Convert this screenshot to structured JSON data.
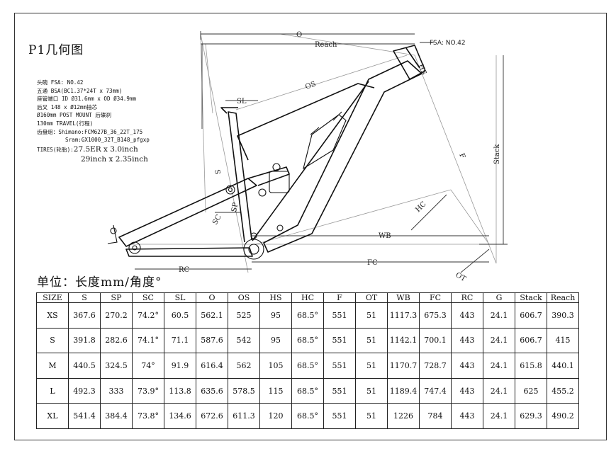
{
  "title": "P1几何图",
  "specs": {
    "headset": "头碗  FSA: NO.42",
    "bb": "五通 BSA(BC1.37*24T x 73mm)",
    "seatpost": "座管端口 ID Ø31.6mm x OD Ø34.9mm",
    "rear_axle": "后叉 148 x Ø12mm抽芯",
    "brake": "Ø160mm POST MOUNT 后碟刹",
    "travel": "130mm TRAVEL(行程)",
    "crank1": "齿盘组：Shimano:FCM627B_36_22T_175",
    "crank2": "Sram:GX1000_32T_B148_pfgxp",
    "tires_label": "TIRES(轮胎):",
    "tires1": "27.5ER x 3.0inch",
    "tires2": "29inch x 2.35inch"
  },
  "diagram_labels": {
    "O": "O",
    "Reach": "Reach",
    "FSA": "FSA: NO.42",
    "HS": "HS",
    "OS": "OS",
    "SL": "SL",
    "S": "S",
    "Stack": "Stack",
    "F": "F",
    "HC": "HC",
    "WB": "WB",
    "SC": "SC",
    "SP": "SP",
    "FC": "FC",
    "RC": "RC",
    "OT": "OT"
  },
  "units": "单位：长度mm/角度°",
  "table": {
    "headers": [
      "SIZE",
      "S",
      "SP",
      "SC",
      "SL",
      "O",
      "OS",
      "HS",
      "HC",
      "F",
      "OT",
      "WB",
      "FC",
      "RC",
      "G",
      "Stack",
      "Reach"
    ],
    "rows": [
      [
        "XS",
        "367.6",
        "270.2",
        "74.2°",
        "60.5",
        "562.1",
        "525",
        "95",
        "68.5°",
        "551",
        "51",
        "1117.3",
        "675.3",
        "443",
        "24.1",
        "606.7",
        "390.3"
      ],
      [
        "S",
        "391.8",
        "282.6",
        "74.1°",
        "71.1",
        "587.6",
        "542",
        "95",
        "68.5°",
        "551",
        "51",
        "1142.1",
        "700.1",
        "443",
        "24.1",
        "606.7",
        "415"
      ],
      [
        "M",
        "440.5",
        "324.5",
        "74°",
        "91.9",
        "616.4",
        "562",
        "105",
        "68.5°",
        "551",
        "51",
        "1170.7",
        "728.7",
        "443",
        "24.1",
        "615.8",
        "440.1"
      ],
      [
        "L",
        "492.3",
        "333",
        "73.9°",
        "113.8",
        "635.6",
        "578.5",
        "115",
        "68.5°",
        "551",
        "51",
        "1189.4",
        "747.4",
        "443",
        "24.1",
        "625",
        "455.2"
      ],
      [
        "XL",
        "541.4",
        "384.4",
        "73.8°",
        "134.6",
        "672.6",
        "611.3",
        "120",
        "68.5°",
        "551",
        "51",
        "1226",
        "784",
        "443",
        "24.1",
        "629.3",
        "490.2"
      ]
    ]
  }
}
